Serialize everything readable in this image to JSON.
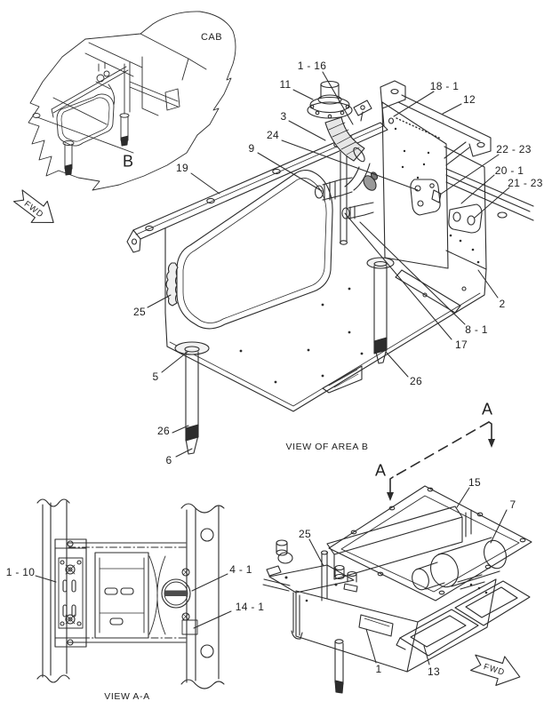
{
  "page": {
    "background": "#ffffff",
    "ink": "#2b2b2b"
  },
  "inset_view": {
    "cab_label": "CAB",
    "detail_letter": "B",
    "fwd_label": "FWD"
  },
  "area_b_view": {
    "caption": "VIEW OF AREA B",
    "callouts": [
      {
        "ref": "1-16",
        "label": "1 - 16"
      },
      {
        "ref": "11",
        "label": "11"
      },
      {
        "ref": "3",
        "label": "3"
      },
      {
        "ref": "24",
        "label": "24"
      },
      {
        "ref": "9",
        "label": "9"
      },
      {
        "ref": "19",
        "label": "19"
      },
      {
        "ref": "18-1",
        "label": "18 - 1"
      },
      {
        "ref": "12",
        "label": "12"
      },
      {
        "ref": "22-23",
        "label": "22 - 23"
      },
      {
        "ref": "20-1",
        "label": "20 - 1"
      },
      {
        "ref": "21-23",
        "label": "21 - 23"
      },
      {
        "ref": "2",
        "label": "2"
      },
      {
        "ref": "8-1",
        "label": "8 - 1"
      },
      {
        "ref": "17",
        "label": "17"
      },
      {
        "ref": "25",
        "label": "25"
      },
      {
        "ref": "5",
        "label": "5"
      },
      {
        "ref": "26",
        "label": "26"
      },
      {
        "ref": "6",
        "label": "6"
      },
      {
        "ref": "26",
        "label": "26"
      }
    ]
  },
  "section_marker": {
    "letter_top": "A",
    "letter_bottom": "A"
  },
  "section_a_view": {
    "fwd_label": "FWD",
    "callouts": [
      {
        "ref": "15",
        "label": "15"
      },
      {
        "ref": "7",
        "label": "7"
      },
      {
        "ref": "25",
        "label": "25"
      },
      {
        "ref": "1",
        "label": "1"
      },
      {
        "ref": "13",
        "label": "13"
      }
    ]
  },
  "view_aa": {
    "caption": "VIEW A-A",
    "callouts": [
      {
        "ref": "1-10",
        "label": "1 - 10"
      },
      {
        "ref": "4-1",
        "label": "4 - 1"
      },
      {
        "ref": "14-1",
        "label": "14 - 1"
      }
    ]
  }
}
